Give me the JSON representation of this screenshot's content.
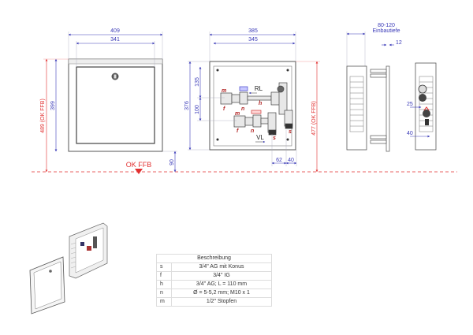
{
  "front_view": {
    "width_outer": "409",
    "width_inner": "341",
    "height_inner": "399",
    "height_floor": "489 (OK FFB)",
    "floor_offset": "90",
    "floor_label": "OK FFB"
  },
  "open_view": {
    "width_outer": "385",
    "width_inner": "345",
    "height": "376",
    "offset_top": "135",
    "pipe_spacing": "100",
    "height_floor": "477 (OK FFB)",
    "offset_62": "62",
    "offset_40": "40",
    "return_label": "RL",
    "flow_label": "VL",
    "markers": [
      "m",
      "f",
      "n",
      "h",
      "m",
      "f",
      "n",
      "s",
      "s"
    ]
  },
  "side_view": {
    "depth_range": "80-120",
    "depth_label": "Einbautiefe",
    "frame": "12",
    "offset_25": "25",
    "offset_40": "40"
  },
  "legend": {
    "title": "Beschreibung",
    "rows": [
      {
        "key": "s",
        "value": "3/4\" AG mit Konus"
      },
      {
        "key": "f",
        "value": "3/4\" IG"
      },
      {
        "key": "h",
        "value": "3/4\" AG; L = 110 mm"
      },
      {
        "key": "n",
        "value": "Ø = 5-5,2 mm; M10 x 1"
      },
      {
        "key": "m",
        "value": "1/2\" Stopfen"
      }
    ]
  },
  "colors": {
    "dimension": "#3a3ab8",
    "floor": "#e23030",
    "marker": "#b02020"
  }
}
